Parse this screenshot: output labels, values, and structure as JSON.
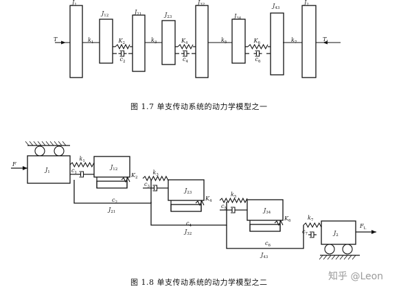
{
  "figure1": {
    "caption": "图 1.7   单支传动系统的动力学模型之一",
    "input_torque": "T",
    "output_torque": "T",
    "output_torque_sub": "L",
    "inertias": [
      {
        "sym": "J",
        "sub": "1"
      },
      {
        "sym": "J",
        "sub": "12"
      },
      {
        "sym": "J",
        "sub": "21"
      },
      {
        "sym": "J",
        "sub": "23"
      },
      {
        "sym": "J",
        "sub": "32"
      },
      {
        "sym": "J",
        "sub": "34"
      },
      {
        "sym": "J",
        "sub": "43"
      },
      {
        "sym": "J",
        "sub": "2"
      }
    ],
    "shaft_springs": [
      {
        "sym": "k",
        "sub": "1"
      },
      {
        "sym": "k",
        "sub": "3"
      },
      {
        "sym": "k",
        "sub": "5"
      },
      {
        "sym": "k",
        "sub": "7"
      }
    ],
    "mesh_springs": [
      {
        "sym": "K",
        "sub": "2"
      },
      {
        "sym": "K",
        "sub": "4"
      },
      {
        "sym": "K",
        "sub": "6"
      }
    ],
    "mesh_dampers": [
      {
        "sym": "c",
        "sub": "2"
      },
      {
        "sym": "c",
        "sub": "4"
      },
      {
        "sym": "c",
        "sub": "6"
      }
    ]
  },
  "figure2": {
    "caption": "图 1.8   单支传动系统的动力学模型之二",
    "input_force": "F",
    "output_force": "F",
    "output_force_sub": "L",
    "input_mass": {
      "sym": "J",
      "sub": "1"
    },
    "output_mass": {
      "sym": "J",
      "sub": "2"
    },
    "stages": [
      {
        "upper": {
          "sym": "J",
          "sub": "12"
        },
        "lower": {
          "sym": "J",
          "sub": "21"
        },
        "k_in": {
          "sym": "k",
          "sub": "1"
        },
        "c_in": {
          "sym": "c",
          "sub": "1"
        },
        "K": {
          "sym": "K",
          "sub": "2"
        },
        "c_mesh": {
          "sym": "c",
          "sub": "2"
        }
      },
      {
        "upper": {
          "sym": "J",
          "sub": "23"
        },
        "lower": {
          "sym": "J",
          "sub": "32"
        },
        "k_in": {
          "sym": "k",
          "sub": "3"
        },
        "c_in": {
          "sym": "c",
          "sub": "3"
        },
        "K": {
          "sym": "K",
          "sub": "4"
        },
        "c_mesh": {
          "sym": "c",
          "sub": "4"
        }
      },
      {
        "upper": {
          "sym": "J",
          "sub": "34"
        },
        "lower": {
          "sym": "J",
          "sub": "43"
        },
        "k_in": {
          "sym": "k",
          "sub": "5"
        },
        "c_in": {
          "sym": "c",
          "sub": "5"
        },
        "K": {
          "sym": "K",
          "sub": "6"
        },
        "c_mesh": {
          "sym": "c",
          "sub": "6"
        }
      }
    ],
    "final_spring": {
      "sym": "k",
      "sub": "7"
    },
    "final_damper": {
      "sym": "c",
      "sub": "7"
    }
  },
  "watermark": "知乎 @Leon"
}
